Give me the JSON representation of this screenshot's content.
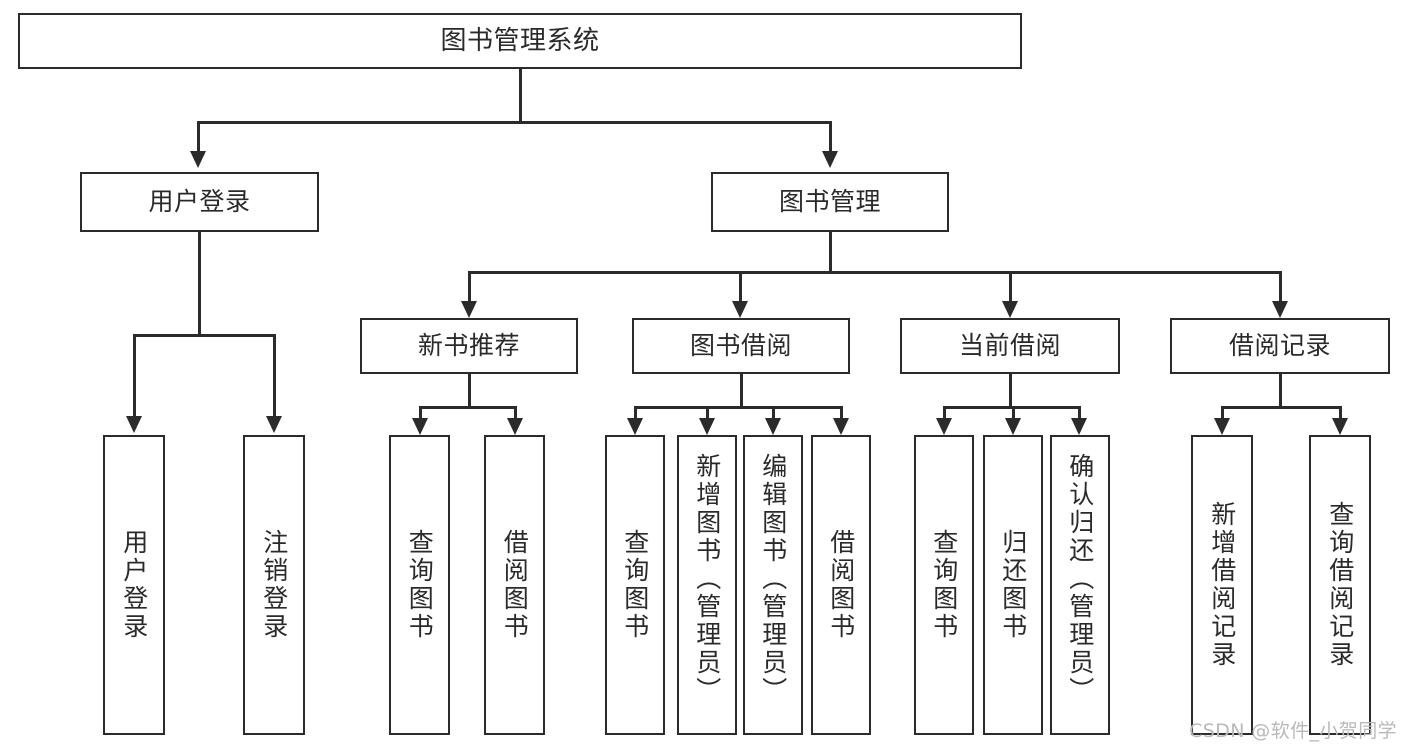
{
  "diagram": {
    "title": "图书管理系统",
    "type": "tree-hierarchy-chart",
    "background_color": "#ffffff",
    "line_color": "#2b2b2b",
    "text_color": "#2a2a2a"
  },
  "nodes": {
    "root": {
      "label": "图书管理系统"
    },
    "level2": [
      {
        "id": "user-login",
        "label": "用户登录"
      },
      {
        "id": "book-manage",
        "label": "图书管理"
      }
    ],
    "level3": [
      {
        "id": "new-book-recommend",
        "label": "新书推荐"
      },
      {
        "id": "book-borrow",
        "label": "图书借阅"
      },
      {
        "id": "current-borrow",
        "label": "当前借阅"
      },
      {
        "id": "borrow-record",
        "label": "借阅记录"
      }
    ],
    "leaves": {
      "user_login": [
        {
          "id": "leaf-user-login",
          "label": "用户登录"
        },
        {
          "id": "leaf-user-logout",
          "label": "注销登录"
        }
      ],
      "new_book_recommend": [
        {
          "id": "leaf-query-book-1",
          "label": "查询图书"
        },
        {
          "id": "leaf-borrow-book-1",
          "label": "借阅图书"
        }
      ],
      "book_borrow": [
        {
          "id": "leaf-query-book-2",
          "label": "查询图书"
        },
        {
          "id": "leaf-add-book",
          "label": "新增图书（管理员）"
        },
        {
          "id": "leaf-edit-book",
          "label": "编辑图书（管理员）"
        },
        {
          "id": "leaf-borrow-book-2",
          "label": "借阅图书"
        }
      ],
      "current_borrow": [
        {
          "id": "leaf-query-book-3",
          "label": "查询图书"
        },
        {
          "id": "leaf-return-book",
          "label": "归还图书"
        },
        {
          "id": "leaf-confirm-return",
          "label": "确认归还（管理员）"
        }
      ],
      "borrow_record": [
        {
          "id": "leaf-add-record",
          "label": "新增借阅记录"
        },
        {
          "id": "leaf-query-record",
          "label": "查询借阅记录"
        }
      ]
    }
  },
  "watermark": {
    "text": "CSDN @软件_小贺同学"
  }
}
